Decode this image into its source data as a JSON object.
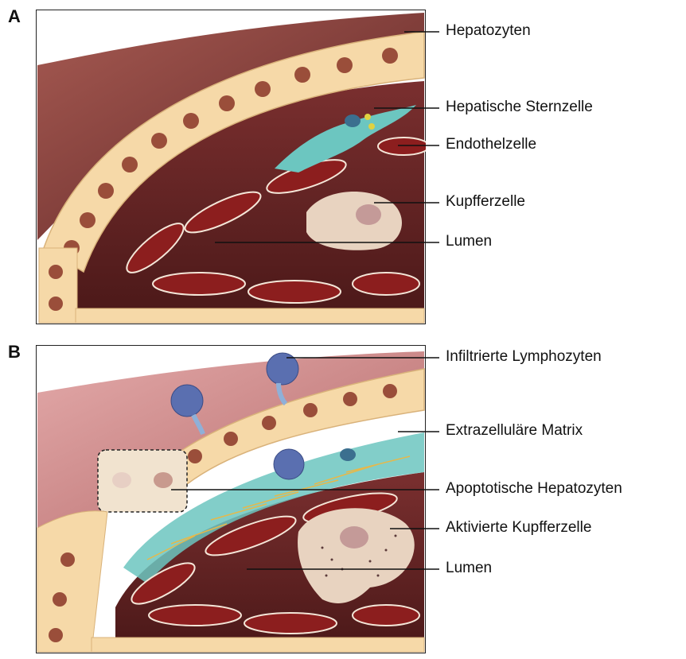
{
  "panels": [
    {
      "letter": "A",
      "labels": [
        "Hepatozyten",
        "Hepatische Sternzelle",
        "Endothelzelle",
        "Kupfferzelle",
        "Lumen"
      ]
    },
    {
      "letter": "B",
      "labels": [
        "Infiltrierte Lymphozyten",
        "Extrazelluläre Matrix",
        "Apoptotische Hepatozyten",
        "Aktivierte Kupfferzelle",
        "Lumen"
      ]
    }
  ],
  "colors": {
    "tissue": "#8a3b3b",
    "hepatocyte": "#f6d9a8",
    "nucleus": "#9a4e3a",
    "stellate": "#6cc6c0",
    "endothelium": "#8c1e1e",
    "kupffer": "#e8d3c0",
    "lymphocyte": "#5a6fb0"
  }
}
